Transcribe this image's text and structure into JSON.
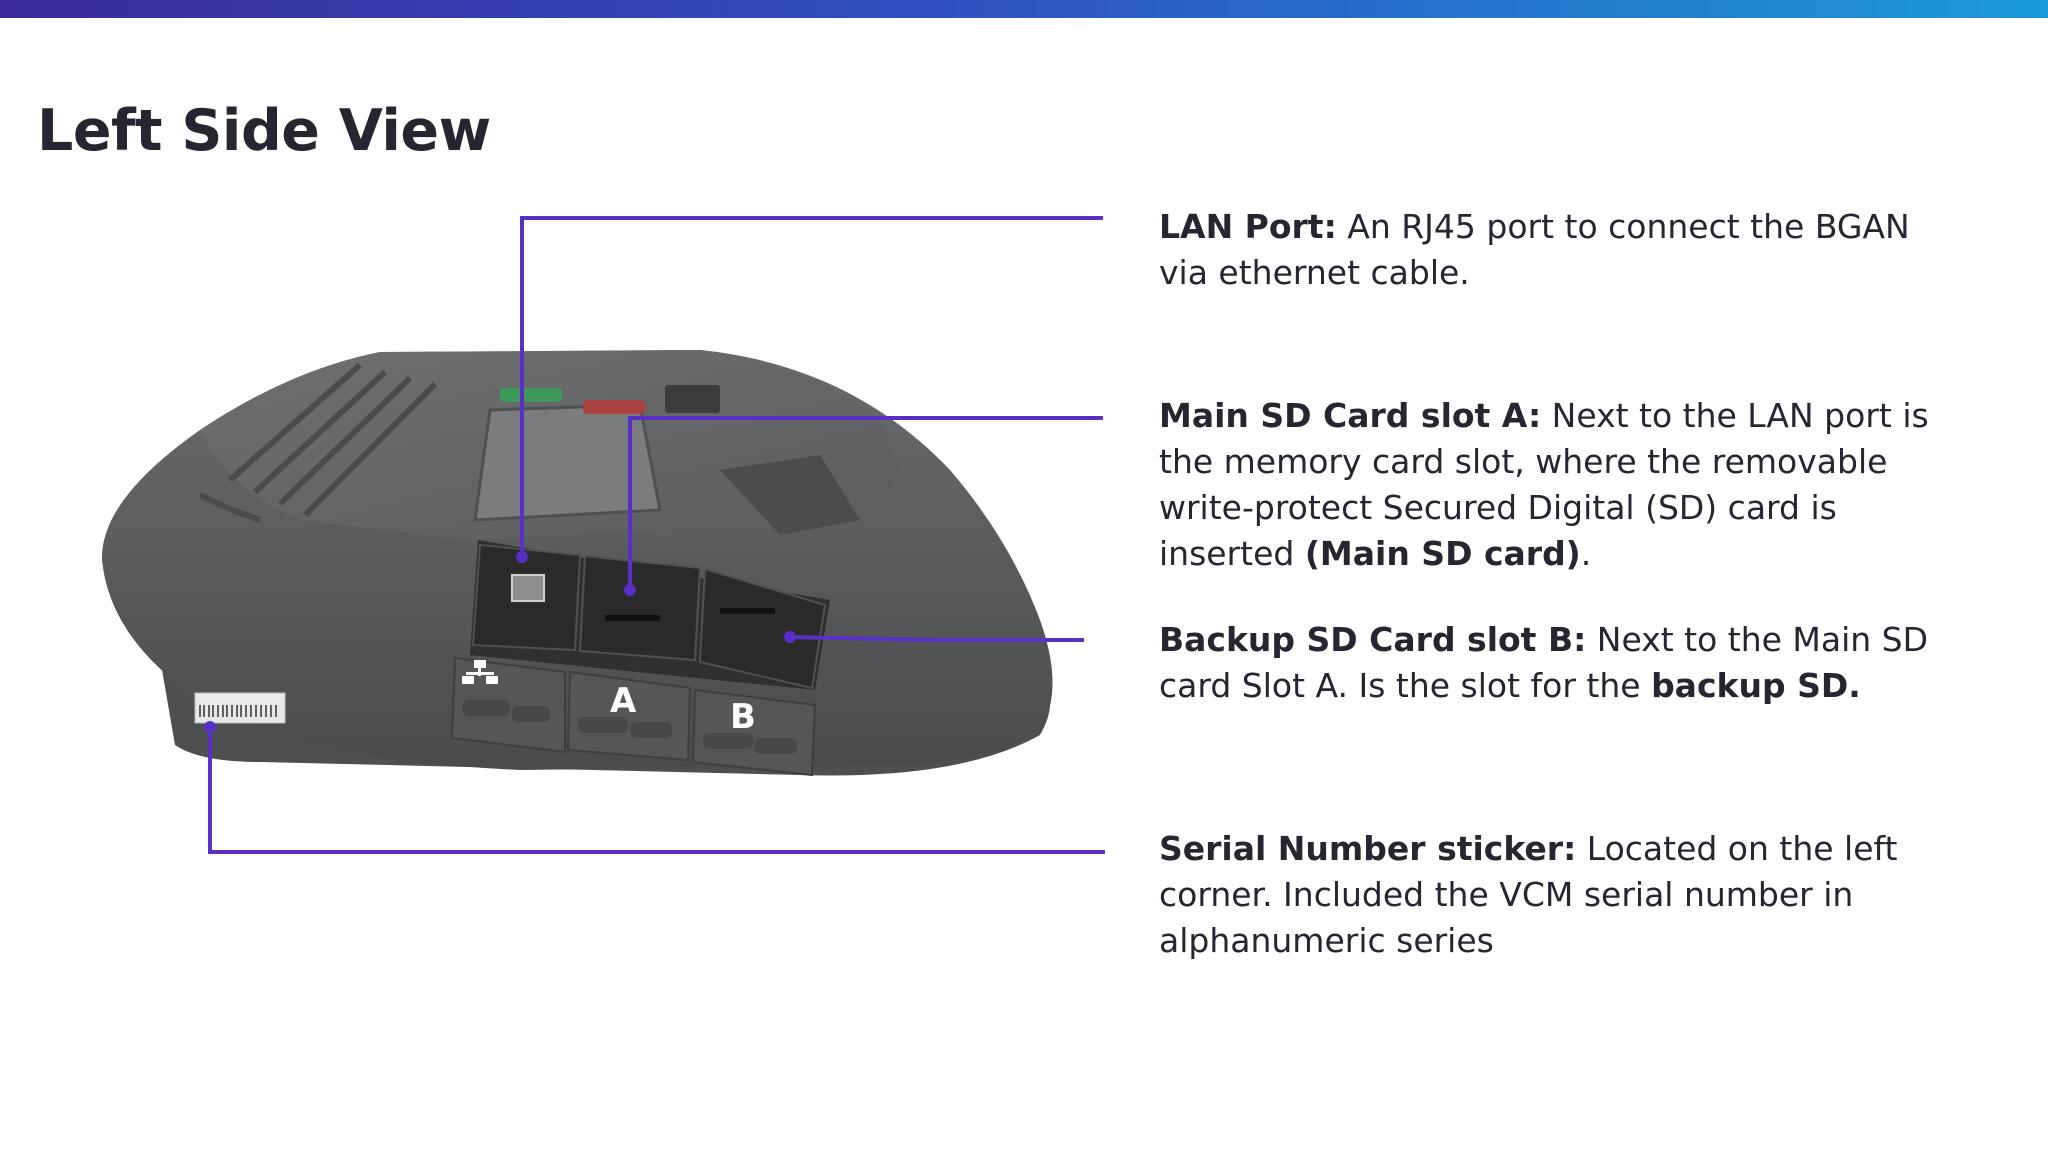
{
  "page": {
    "title": "Left Side View"
  },
  "device": {
    "port_labels": {
      "slot_a": "A",
      "slot_b": "B"
    }
  },
  "callouts": {
    "lan": {
      "label": "LAN Port:",
      "text": " An RJ45 port to connect the BGAN via ethernet cable."
    },
    "main_sd": {
      "label": "Main SD Card slot A:",
      "text": " Next to the LAN port is the memory card slot, where the removable write-protect Secured Digital (SD) card is inserted ",
      "emphasis": "(Main SD card)",
      "suffix": "."
    },
    "backup_sd": {
      "label": "Backup SD Card slot B:",
      "text": " Next to the Main SD card Slot A. Is the slot for the ",
      "emphasis": "backup SD."
    },
    "serial": {
      "label": "Serial Number sticker:",
      "text": " Located on the left corner. Included the VCM serial number in alphanumeric series"
    }
  },
  "colors": {
    "leader_line": "#5a2fc8",
    "title": "#262630",
    "body_text": "#262630",
    "device_body": "#5c5d5e"
  }
}
